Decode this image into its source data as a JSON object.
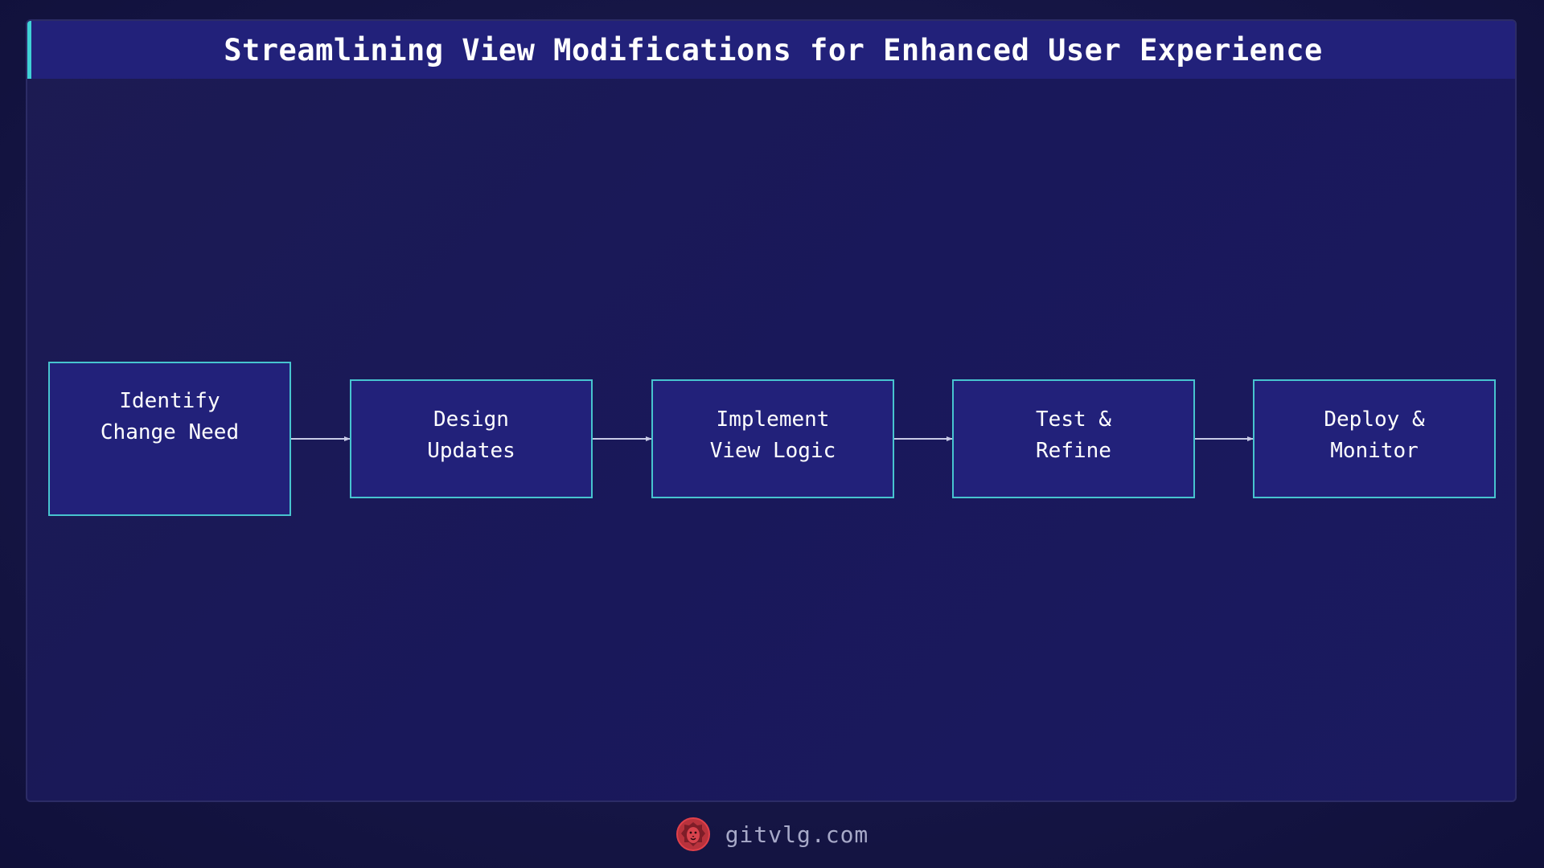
{
  "title": "Streamlining View Modifications for Enhanced User Experience",
  "steps": [
    {
      "label": "Identify\nChange Need"
    },
    {
      "label": "Design\nUpdates"
    },
    {
      "label": "Implement\nView Logic"
    },
    {
      "label": "Test &\nRefine"
    },
    {
      "label": "Deploy &\nMonitor"
    }
  ],
  "footer": {
    "site": "gitvlg.com",
    "logo_icon": "lion-head-icon"
  },
  "colors": {
    "background": "#161646",
    "title_bar": "#22217a",
    "title_accent": "#3fd1d6",
    "node_fill": "#22217a",
    "node_border": "#47c4cf",
    "arrow": "#c8cbe6",
    "logo": "#e0404a"
  }
}
